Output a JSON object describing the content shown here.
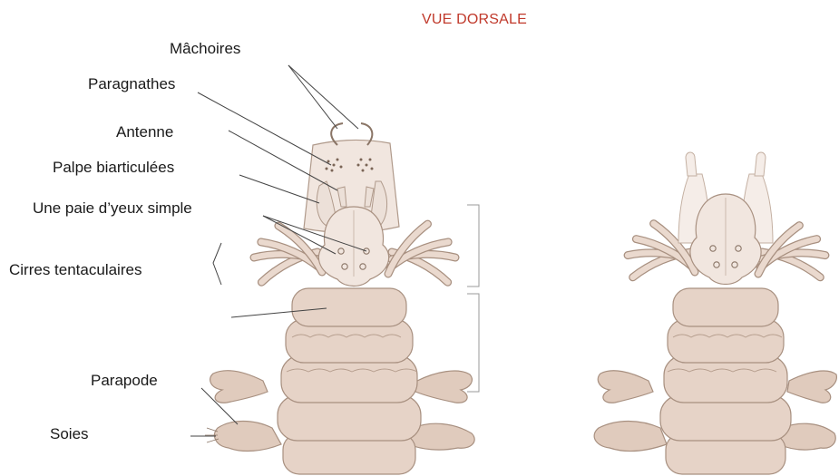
{
  "title": "VUE DORSALE",
  "labels": {
    "machoires": "Mâchoires",
    "paragnathes": "Paragnathes",
    "antenne": "Antenne",
    "palpe": "Palpe biarticulées",
    "yeux": "Une paie d’yeux simple",
    "cirres": "Cirres tentaculaires",
    "parapode": "Parapode",
    "soies": "Soies"
  },
  "colors": {
    "title": "#c0392b",
    "body_fill": "#e6d3c7",
    "body_stroke": "#a89080",
    "head_fill": "#f1e6df",
    "leader_line": "#444444",
    "bracket": "#9a9a9a"
  }
}
